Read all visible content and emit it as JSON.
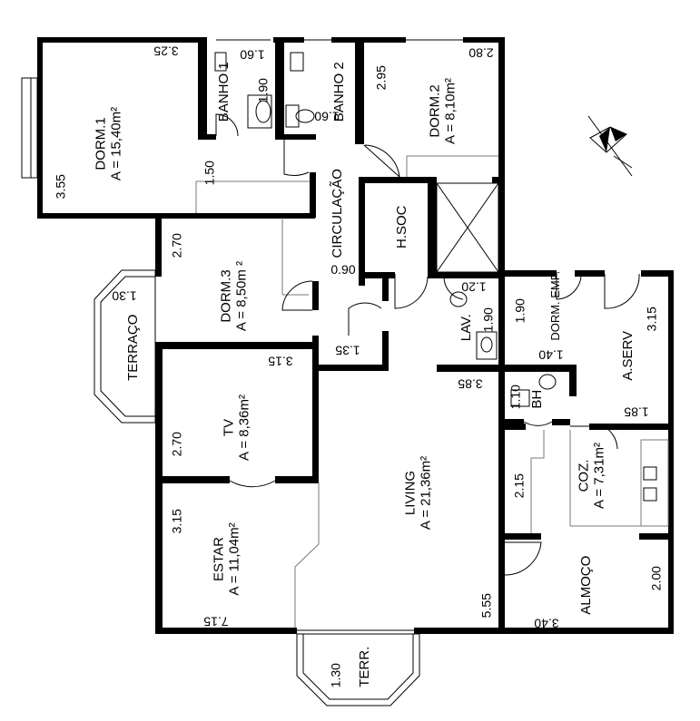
{
  "rooms": {
    "dorm1": {
      "name": "DORM.1",
      "area": "A = 15,40m²"
    },
    "dorm2": {
      "name": "DORM.2",
      "area": "A = 8,10m²"
    },
    "dorm3": {
      "name": "DORM.3",
      "area": "A = 8,50m ²"
    },
    "tv": {
      "name": "TV",
      "area": "A = 8,36m²"
    },
    "estar": {
      "name": "ESTAR",
      "area": "A = 11,04m²"
    },
    "living": {
      "name": "LIVING",
      "area": "A = 21,36m²"
    },
    "coz": {
      "name": "COZ.",
      "area": "A = 7,31m²"
    },
    "banho1": {
      "name": "BANHO 1"
    },
    "banho2": {
      "name": "BANHO 2"
    },
    "circulacao": {
      "name": "CIRCULAÇÃO"
    },
    "hsoc": {
      "name": "H.SOC"
    },
    "lav": {
      "name": "LAV."
    },
    "dorm_emp": {
      "name": "DORM. EMP."
    },
    "bh": {
      "name": "BH"
    },
    "aserv": {
      "name": "A.SERV"
    },
    "almoco": {
      "name": "ALMOÇO"
    },
    "terraco": {
      "name": "TERRAÇO"
    },
    "terr": {
      "name": "TERR."
    }
  },
  "dimensions": {
    "d_325": "3.25",
    "d_160a": "1.60",
    "d_190a": "1.90",
    "d_160b": "1.60",
    "d_295": "2.95",
    "d_280": "2.80",
    "d_355": "3.55",
    "d_150": "1.50",
    "d_270a": "2.70",
    "d_090": "0.90",
    "d_130a": "1.30",
    "d_135": "1.35",
    "d_315a": "3.15",
    "d_120": "1.20",
    "d_190b": "1.90",
    "d_190c": "1.90",
    "d_140": "1.40",
    "d_315b": "3.15",
    "d_385": "3.85",
    "d_110": "1.10",
    "d_185": "1.85",
    "d_270b": "2.70",
    "d_215": "2.15",
    "d_315c": "3.15",
    "d_715": "7.15",
    "d_555": "5.55",
    "d_340": "3.40",
    "d_200": "2.00",
    "d_130b": "1.30"
  },
  "icons": {
    "compass": "north-arrow-icon"
  }
}
